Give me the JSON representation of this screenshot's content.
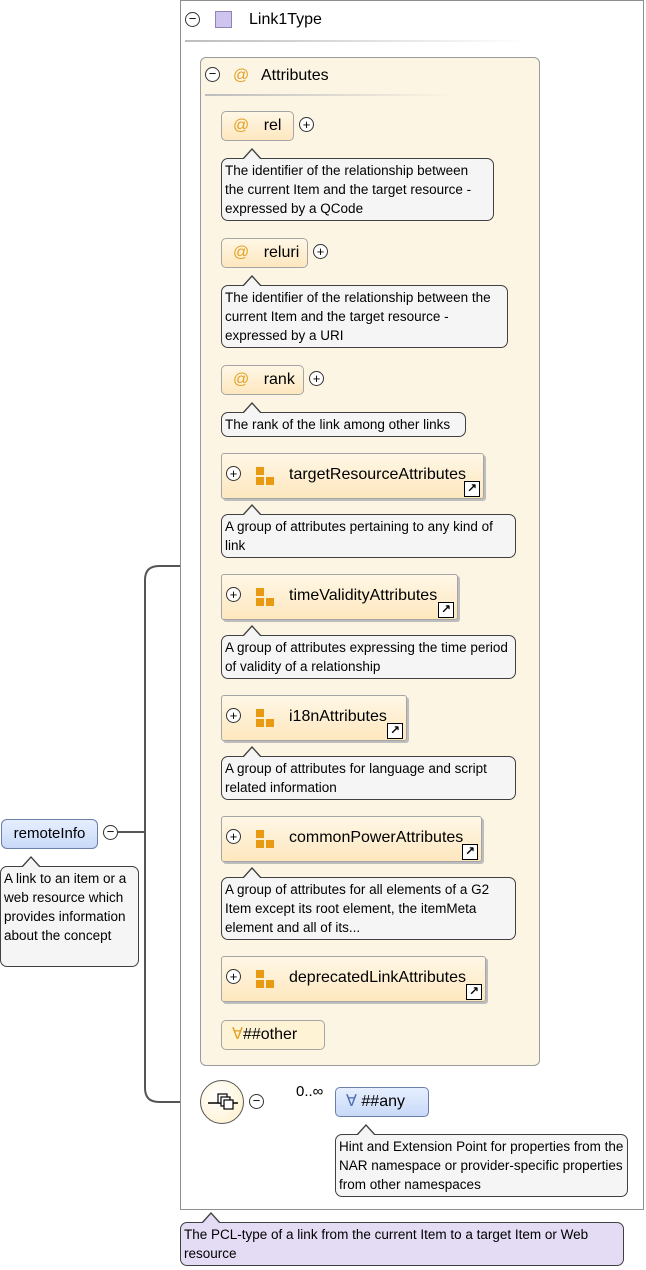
{
  "type": {
    "name": "Link1Type",
    "annotation": "The PCL-type of a link from the current Item to a target Item or Web resource"
  },
  "attributes_group": {
    "label": "Attributes",
    "at_symbol": "@",
    "attributes": [
      {
        "name": "rel",
        "annotation": "The identifier of the relationship between the current Item and the target resource - expressed by a QCode"
      },
      {
        "name": "reluri",
        "annotation": "The identifier of the relationship between the current Item and the target resource - expressed by a URI"
      },
      {
        "name": "rank",
        "annotation": "The rank of the link among other links"
      }
    ],
    "attribute_groups": [
      {
        "name": "targetResourceAttributes",
        "annotation": "A group of attributes pertaining to any kind of link"
      },
      {
        "name": "timeValidityAttributes",
        "annotation": "A group of attributes expressing the time period of validity of a relationship"
      },
      {
        "name": "i18nAttributes",
        "annotation": "A group of attributes for language and script related information"
      },
      {
        "name": "commonPowerAttributes",
        "annotation": "A group of attributes for all elements of a G2 Item except its root element, the itemMeta element and all of its..."
      },
      {
        "name": "deprecatedLinkAttributes",
        "annotation": ""
      }
    ],
    "other": {
      "symbol": "∀",
      "label": "##other"
    }
  },
  "element": {
    "name": "remoteInfo",
    "annotation": "A link to an item or a web resource which provides information about the concept"
  },
  "any_element": {
    "symbol": "∀",
    "label": "##any",
    "cardinality": "0..∞",
    "annotation": "Hint and Extension Point for properties from the NAR namespace or provider-specific properties from other namespaces"
  },
  "glyphs": {
    "collapse": "−",
    "expand": "+",
    "reference": "↗"
  },
  "colors": {
    "type_icon": "#cfc4ee",
    "attribute_fill": "#fde7be",
    "attributes_panel": "#fdf5e4",
    "group_icon": "#e89a12",
    "element_fill": "#c8d9f8",
    "type_annotation": "#e4dcf5"
  }
}
